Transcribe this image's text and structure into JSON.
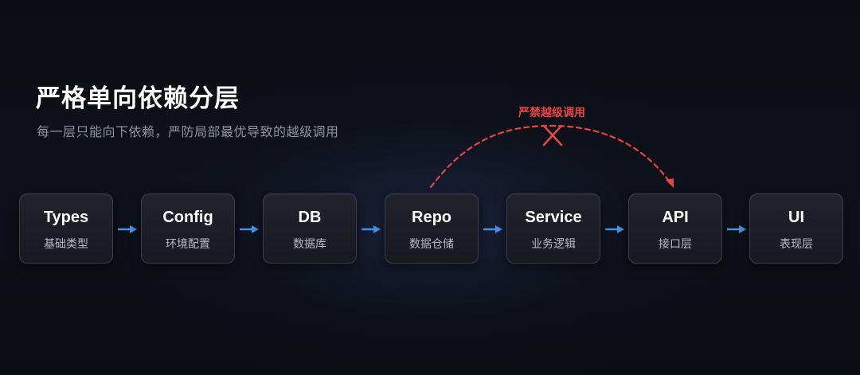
{
  "header": {
    "title": "严格单向依赖分层",
    "subtitle": "每一层只能向下依赖，严防局部最优导致的越级调用"
  },
  "layers": [
    {
      "name": "Types",
      "desc": "基础类型"
    },
    {
      "name": "Config",
      "desc": "环境配置"
    },
    {
      "name": "DB",
      "desc": "数据库"
    },
    {
      "name": "Repo",
      "desc": "数据仓储"
    },
    {
      "name": "Service",
      "desc": "业务逻辑"
    },
    {
      "name": "API",
      "desc": "接口层"
    },
    {
      "name": "UI",
      "desc": "表现层"
    }
  ],
  "forbidden_call": {
    "label": "严禁越级调用",
    "from": "Repo",
    "to": "API",
    "marker": "cross-icon"
  },
  "colors": {
    "background": "#0c0e14",
    "arrow": "#4a90e2",
    "forbidden": "#e84545",
    "node_border": "#3a3f4d",
    "text_primary": "#ffffff",
    "text_secondary": "#8c93a3"
  }
}
